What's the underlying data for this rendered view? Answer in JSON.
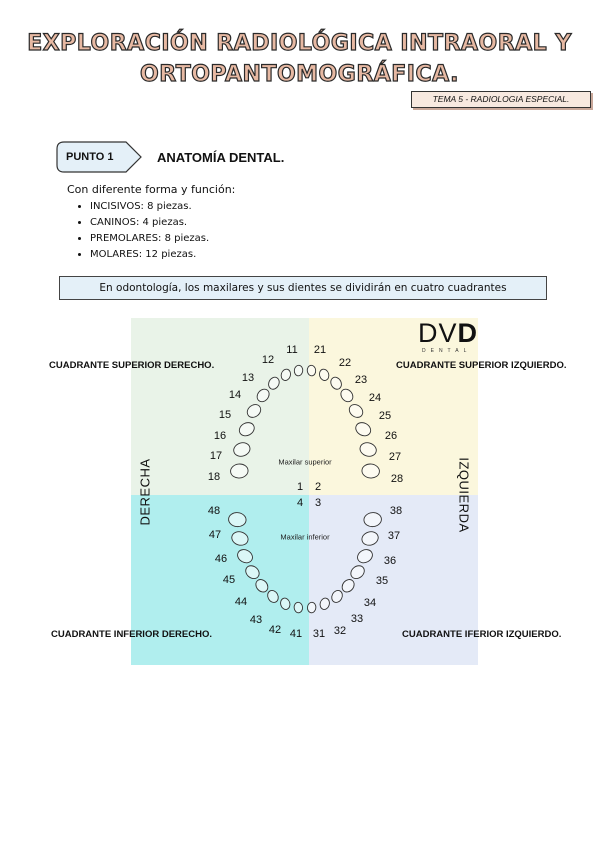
{
  "header": {
    "title_line1": "EXPLORACIÓN RADIOLÓGICA INTRAORAL Y",
    "title_line2": "ORTOPANTOMOGRÁFICA.",
    "tema": "TEMA 5 - RADIOLOGIA ESPECIAL."
  },
  "section": {
    "punto_label": "PUNTO 1",
    "title": "ANATOMÍA DENTAL.",
    "intro": "Con diferente forma y función:",
    "items": [
      "INCISIVOS: 8 piezas.",
      "CANINOS: 4 piezas.",
      "PREMOLARES: 8 piezas.",
      "MOLARES: 12 piezas."
    ],
    "info_box": "En odontología, los maxilares y sus dientes se dividirán en cuatro cuadrantes"
  },
  "diagram": {
    "q_superior_derecho": "CUADRANTE SUPERIOR DERECHO.",
    "q_superior_izquierdo": "CUADRANTE SUPERIOR IZQUIERDO.",
    "q_inferior_derecho": "CUADRANTE INFERIOR DERECHO.",
    "q_inferior_izquierdo": "CUADRANTE IFERIOR IZQUIERDO.",
    "side_left": "DERECHA",
    "side_right": "IZQUIERDA",
    "maxilar_superior": "Maxilar superior",
    "maxilar_inferior": "Maxilar inferior",
    "quadrant_numbers": [
      "1",
      "2",
      "4",
      "3"
    ],
    "logo_main_light": "DV",
    "logo_main_bold": "D",
    "logo_sub": "DENTAL",
    "upper_right_teeth": [
      "11",
      "12",
      "13",
      "14",
      "15",
      "16",
      "17",
      "18"
    ],
    "upper_left_teeth": [
      "21",
      "22",
      "23",
      "24",
      "25",
      "26",
      "27",
      "28"
    ],
    "lower_left_teeth": [
      "31",
      "32",
      "33",
      "34",
      "35",
      "36",
      "37",
      "38"
    ],
    "lower_right_teeth": [
      "41",
      "42",
      "43",
      "44",
      "45",
      "46",
      "47",
      "48"
    ],
    "colors": {
      "sup_derecho": "#e9f3e8",
      "sup_izquierdo": "#fbf7dd",
      "inf_derecho": "#b0eeee",
      "inf_izquierdo": "#e4eaf7",
      "title_fill": "#e7b9a3",
      "info_box": "#e4f0f8"
    }
  }
}
